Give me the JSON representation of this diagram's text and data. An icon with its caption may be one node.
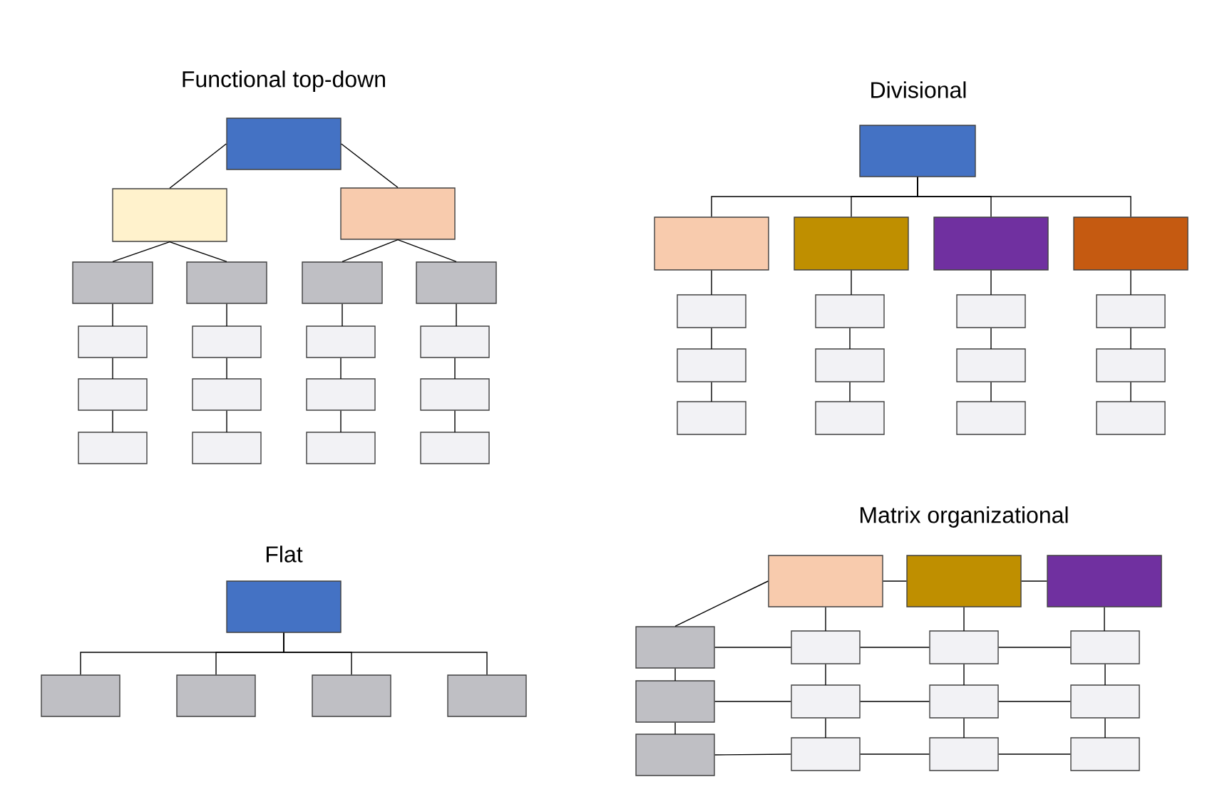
{
  "diagram": {
    "nodes": [
      {
        "text": [],
        "shape": "box"
      },
      {
        "text": [],
        "shape": "box"
      },
      {
        "text": [],
        "shape": "box"
      },
      {
        "text": [],
        "shape": "box"
      },
      {
        "text": [],
        "shape": "box"
      },
      {
        "text": [],
        "shape": "box"
      },
      {
        "text": [],
        "shape": "box"
      },
      {
        "text": [],
        "shape": "box"
      },
      {
        "text": [],
        "shape": "box"
      },
      {
        "text": [],
        "shape": "box"
      },
      {
        "text": [],
        "shape": "box"
      },
      {
        "text": [],
        "shape": "box"
      },
      {
        "text": [],
        "shape": "box"
      },
      {
        "text": [],
        "shape": "box"
      },
      {
        "text": [],
        "shape": "box"
      },
      {
        "text": [],
        "shape": "box"
      },
      {
        "text": [],
        "shape": "box"
      },
      {
        "text": [],
        "shape": "box"
      },
      {
        "text": [],
        "shape": "box"
      },
      {
        "text": [],
        "shape": "box"
      },
      {
        "text": [],
        "shape": "box"
      },
      {
        "text": [],
        "shape": "box"
      },
      {
        "text": [],
        "shape": "box"
      },
      {
        "text": [],
        "shape": "box"
      },
      {
        "text": [],
        "shape": "box"
      },
      {
        "text": [],
        "shape": "box"
      },
      {
        "text": [],
        "shape": "box"
      },
      {
        "text": [],
        "shape": "box"
      },
      {
        "text": [],
        "shape": "box"
      },
      {
        "text": [],
        "shape": "box"
      },
      {
        "text": [],
        "shape": "box"
      },
      {
        "text": [],
        "shape": "box"
      },
      {
        "text": [],
        "shape": "box"
      },
      {
        "text": [],
        "shape": "box"
      },
      {
        "text": [],
        "shape": "box"
      },
      {
        "text": [],
        "shape": "box"
      },
      {
        "text": [],
        "shape": "box"
      },
      {
        "text": [],
        "shape": "box"
      },
      {
        "text": [],
        "shape": "box"
      },
      {
        "text": [],
        "shape": "box"
      },
      {
        "text": [],
        "shape": "box"
      },
      {
        "text": [],
        "shape": "box"
      },
      {
        "text": [],
        "shape": "box"
      },
      {
        "text": [],
        "shape": "box"
      },
      {
        "text": [],
        "shape": "box"
      },
      {
        "text": [],
        "shape": "box"
      },
      {
        "text": [],
        "shape": "box"
      },
      {
        "text": [],
        "shape": "box"
      },
      {
        "text": [],
        "shape": "box"
      },
      {
        "text": [],
        "shape": "box"
      },
      {
        "text": [],
        "shape": "box"
      },
      {
        "text": [],
        "shape": "box"
      },
      {
        "text": [],
        "shape": "box"
      },
      {
        "text": [],
        "shape": "box"
      },
      {
        "text": [],
        "shape": "box"
      },
      {
        "text": [],
        "shape": "box"
      }
    ],
    "edges": [
      {
        "from": 0,
        "to": 1,
        "arrow": "none"
      },
      {
        "from": 0,
        "to": 2,
        "arrow": "none"
      },
      {
        "from": 1,
        "to": 3,
        "arrow": "none"
      },
      {
        "from": 1,
        "to": 4,
        "arrow": "none"
      },
      {
        "from": 2,
        "to": 5,
        "arrow": "none"
      },
      {
        "from": 2,
        "to": 6,
        "arrow": "none"
      },
      {
        "from": 3,
        "to": 7,
        "arrow": "none"
      },
      {
        "from": 7,
        "to": 8,
        "arrow": "none"
      },
      {
        "from": 8,
        "to": 9,
        "arrow": "none"
      },
      {
        "from": 4,
        "to": 10,
        "arrow": "none"
      },
      {
        "from": 10,
        "to": 11,
        "arrow": "none"
      },
      {
        "from": 11,
        "to": 12,
        "arrow": "none"
      },
      {
        "from": 5,
        "to": 13,
        "arrow": "none"
      },
      {
        "from": 13,
        "to": 14,
        "arrow": "none"
      },
      {
        "from": 14,
        "to": 15,
        "arrow": "none"
      },
      {
        "from": 6,
        "to": 16,
        "arrow": "none"
      },
      {
        "from": 16,
        "to": 17,
        "arrow": "none"
      },
      {
        "from": 17,
        "to": 18,
        "arrow": "none"
      },
      {
        "from": 19,
        "to": 20,
        "arrow": "none"
      },
      {
        "from": 19,
        "to": 21,
        "arrow": "none"
      },
      {
        "from": 19,
        "to": 22,
        "arrow": "none"
      },
      {
        "from": 19,
        "to": 23,
        "arrow": "none"
      },
      {
        "from": 20,
        "to": 24,
        "arrow": "none"
      },
      {
        "from": 24,
        "to": 25,
        "arrow": "none"
      },
      {
        "from": 25,
        "to": 26,
        "arrow": "none"
      },
      {
        "from": 21,
        "to": 27,
        "arrow": "none"
      },
      {
        "from": 27,
        "to": 28,
        "arrow": "none"
      },
      {
        "from": 28,
        "to": 29,
        "arrow": "none"
      },
      {
        "from": 22,
        "to": 30,
        "arrow": "none"
      },
      {
        "from": 30,
        "to": 31,
        "arrow": "none"
      },
      {
        "from": 31,
        "to": 32,
        "arrow": "none"
      },
      {
        "from": 23,
        "to": 33,
        "arrow": "none"
      },
      {
        "from": 33,
        "to": 34,
        "arrow": "none"
      },
      {
        "from": 34,
        "to": 35,
        "arrow": "none"
      },
      {
        "from": 36,
        "to": 37,
        "arrow": "none"
      },
      {
        "from": 36,
        "to": 38,
        "arrow": "none"
      },
      {
        "from": 36,
        "to": 39,
        "arrow": "none"
      },
      {
        "from": 36,
        "to": 40,
        "arrow": "none"
      },
      {
        "from": 41,
        "to": 44,
        "arrow": "none"
      },
      {
        "from": 41,
        "to": 42,
        "arrow": "none"
      },
      {
        "from": 42,
        "to": 43,
        "arrow": "none"
      },
      {
        "from": 41,
        "to": 47,
        "arrow": "none"
      },
      {
        "from": 42,
        "to": 50,
        "arrow": "none"
      },
      {
        "from": 43,
        "to": 53,
        "arrow": "none"
      },
      {
        "from": 44,
        "to": 45,
        "arrow": "none"
      },
      {
        "from": 45,
        "to": 46,
        "arrow": "none"
      },
      {
        "from": 47,
        "to": 48,
        "arrow": "none"
      },
      {
        "from": 48,
        "to": 49,
        "arrow": "none"
      },
      {
        "from": 50,
        "to": 51,
        "arrow": "none"
      },
      {
        "from": 51,
        "to": 52,
        "arrow": "none"
      },
      {
        "from": 53,
        "to": 54,
        "arrow": "none"
      },
      {
        "from": 54,
        "to": 55,
        "arrow": "none"
      },
      {
        "from": 44,
        "to": 47,
        "arrow": "none"
      },
      {
        "from": 47,
        "to": 50,
        "arrow": "none"
      },
      {
        "from": 50,
        "to": 53,
        "arrow": "none"
      },
      {
        "from": 45,
        "to": 48,
        "arrow": "none"
      },
      {
        "from": 48,
        "to": 51,
        "arrow": "none"
      },
      {
        "from": 51,
        "to": 54,
        "arrow": "none"
      },
      {
        "from": 46,
        "to": 49,
        "arrow": "none"
      },
      {
        "from": 49,
        "to": 52,
        "arrow": "none"
      },
      {
        "from": 52,
        "to": 55,
        "arrow": "none"
      }
    ],
    "labels": [
      "Functional top-down",
      "Divisional",
      "Flat",
      "Matrix organizational"
    ]
  }
}
